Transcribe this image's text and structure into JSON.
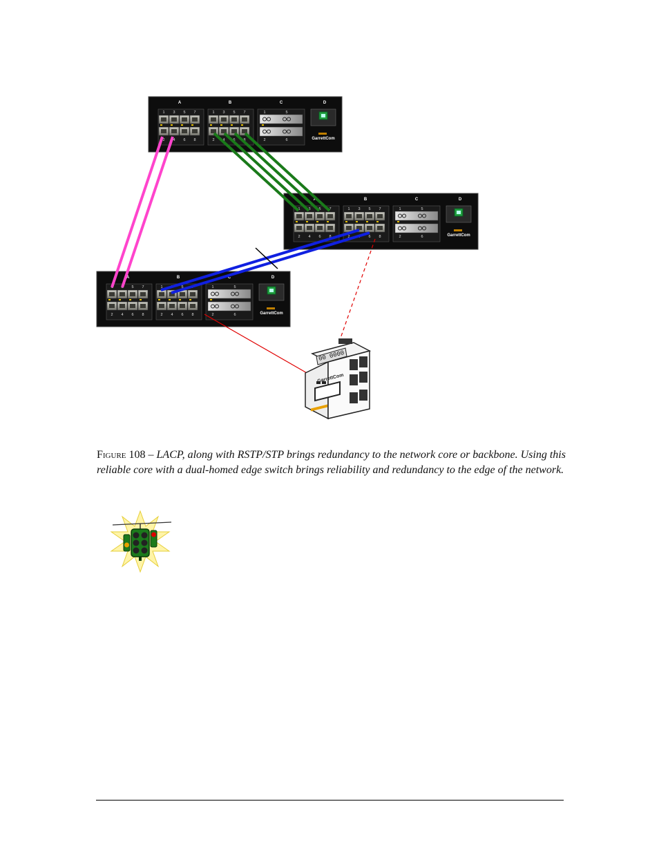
{
  "colors": {
    "lacp_group_1": "#ff44cc",
    "lacp_group_2": "#1a7a1a",
    "lacp_group_3": "#1020e0",
    "edge_link": "#e00000",
    "chassis": "#0d0d0d"
  },
  "switches": [
    {
      "id": "switch-top",
      "slot_labels": [
        "A",
        "B",
        "C",
        "D"
      ],
      "top_port_numbers": [
        "1",
        "3",
        "5",
        "7"
      ],
      "bottom_port_numbers": [
        "2",
        "4",
        "6",
        "8"
      ],
      "fiber_top": [
        "1",
        "5"
      ],
      "fiber_bottom": [
        "2",
        "6"
      ],
      "brand": "GarrettCom"
    },
    {
      "id": "switch-right",
      "slot_labels": [
        "A",
        "B",
        "C",
        "D"
      ],
      "top_port_numbers": [
        "1",
        "3",
        "5",
        "7"
      ],
      "bottom_port_numbers": [
        "2",
        "4",
        "6",
        "8"
      ],
      "fiber_top": [
        "1",
        "5"
      ],
      "fiber_bottom": [
        "2",
        "6"
      ],
      "brand": "GarrettCom"
    },
    {
      "id": "switch-left",
      "slot_labels": [
        "A",
        "B",
        "C",
        "D"
      ],
      "top_port_numbers": [
        "1",
        "3",
        "5",
        "7"
      ],
      "bottom_port_numbers": [
        "2",
        "4",
        "6",
        "8"
      ],
      "fiber_top": [
        "1",
        "5"
      ],
      "fiber_bottom": [
        "2",
        "6"
      ],
      "brand": "GarrettCom"
    }
  ],
  "edge_switch": {
    "brand": "GarrettCom"
  },
  "caption": {
    "figure_label": "Figure",
    "figure_number": "108",
    "dash": " – ",
    "text": "LACP, along with RSTP/STP brings redundancy to the network core or backbone. Using this reliable core with a dual-homed edge switch brings reliability and redundancy to the edge of the network."
  }
}
